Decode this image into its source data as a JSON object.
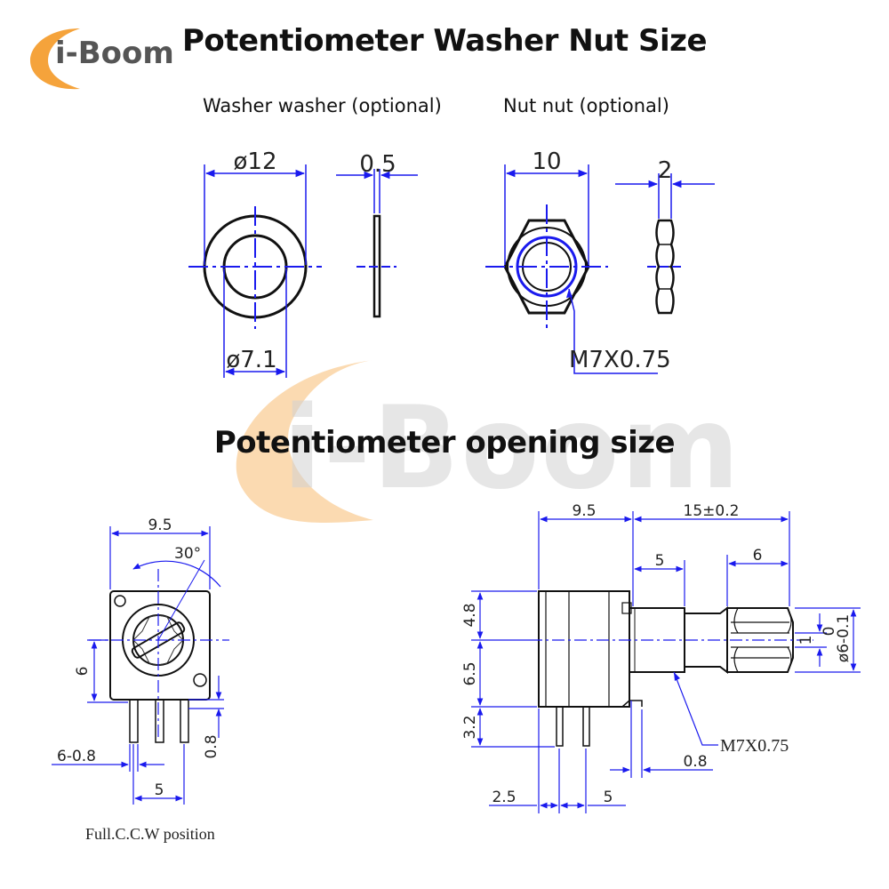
{
  "brand": {
    "logo_text": "i-Boom",
    "accent_color": "#f5a33b",
    "watermark_text": "i-Boom"
  },
  "titles": {
    "top": "Potentiometer Washer Nut Size",
    "bottom": "Potentiometer opening size"
  },
  "washer": {
    "heading": "Washer washer (optional)",
    "outer_dia": "ø12",
    "inner_dia": "ø7.1",
    "thickness": "0.5"
  },
  "nut": {
    "heading": "Nut nut (optional)",
    "width": "10",
    "thickness": "2",
    "thread": "M7X0.75"
  },
  "front_view": {
    "width": "9.5",
    "angle": "30°",
    "height": "6",
    "pin_spacing": "5",
    "pin_width": "6-0.8",
    "pin_thickness": "0.8",
    "caption": "Full.C.C.W  position"
  },
  "side_view": {
    "body_width": "9.5",
    "shaft_length": "15±0.2",
    "bushing_length": "5",
    "knurl_length": "6",
    "h_top": "4.8",
    "h_mid": "6.5",
    "h_pin": "3.2",
    "slot": "1",
    "shaft_dia": "ø6-0.1",
    "shaft_dia_tol": "0",
    "thread": "M7X0.75",
    "pin_thickness": "0.8",
    "pin_offset": "2.5",
    "pin_spacing": "5"
  },
  "colors": {
    "dimension_line": "#1a1aee",
    "outline": "#111111"
  }
}
